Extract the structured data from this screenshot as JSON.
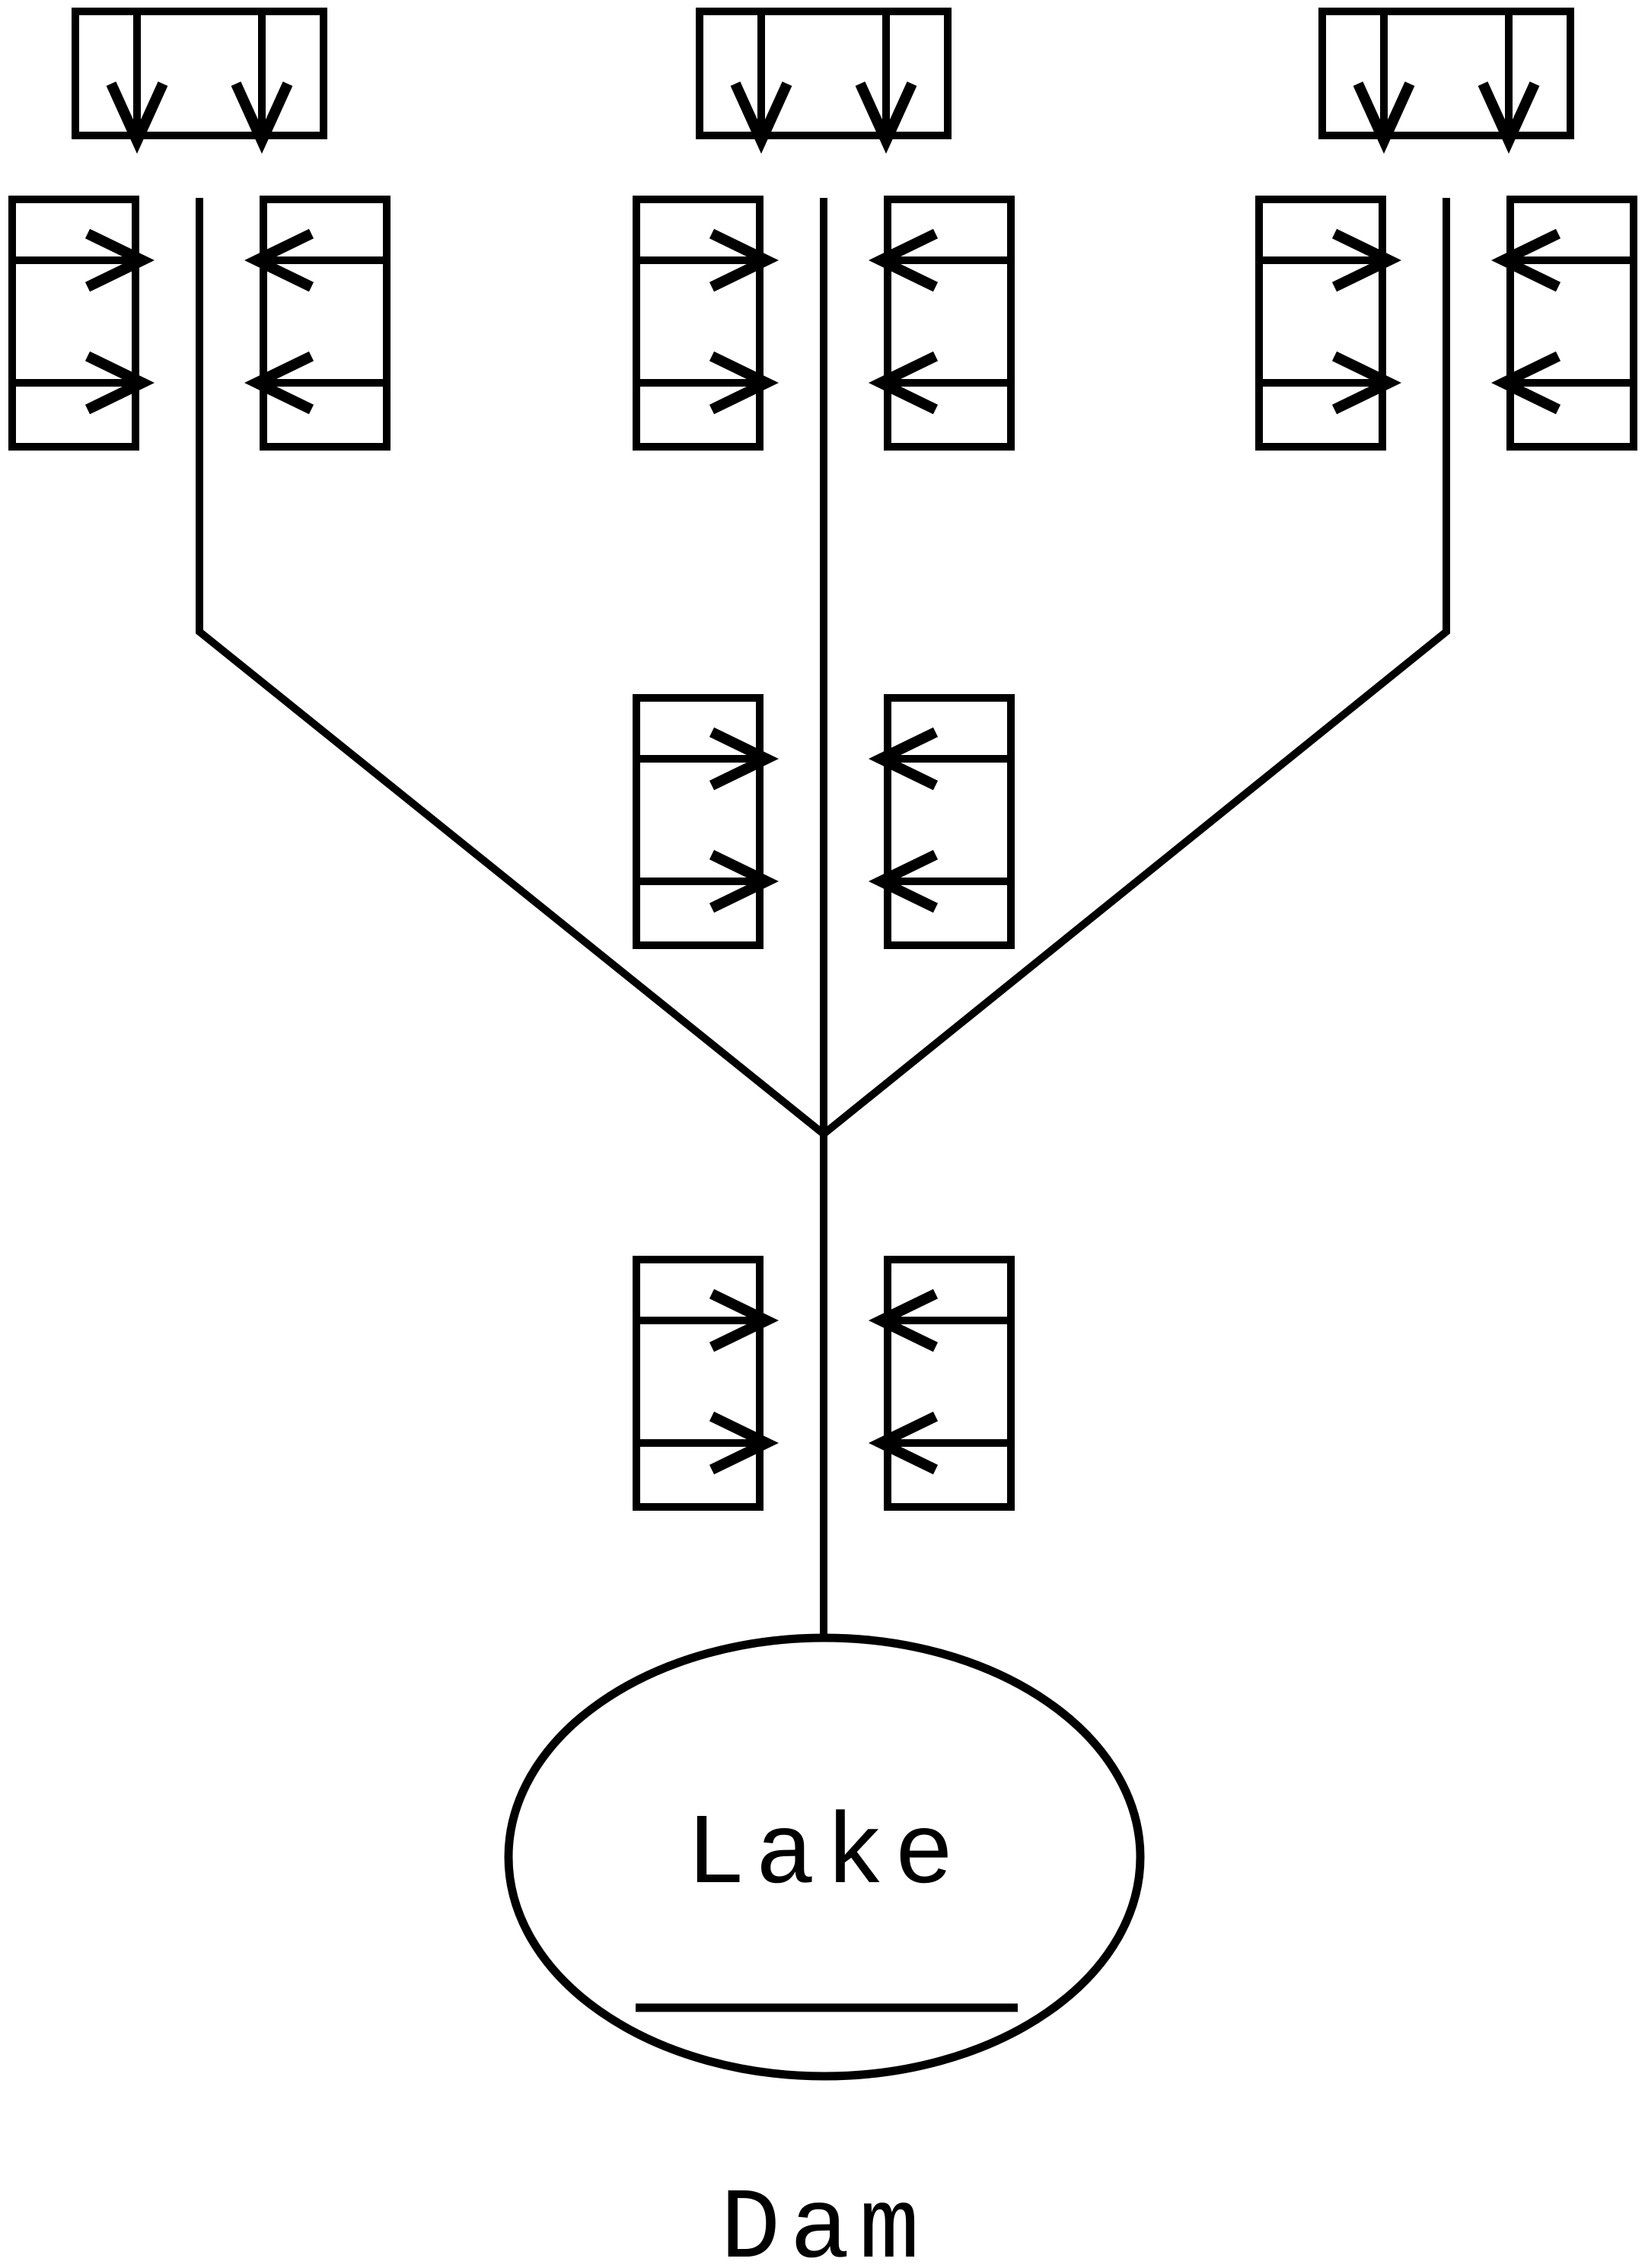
{
  "diagram": {
    "type": "watershed-drainage-flow-diagram",
    "lake_label": "Lake",
    "dam_label": "Dam",
    "line_color": "#000000",
    "background_color": "#ffffff",
    "groups": [
      {
        "name": "left-tributary",
        "rain_input_arrows": 2,
        "runoff_box_pairs": 1
      },
      {
        "name": "main-stream",
        "rain_input_arrows": 2,
        "runoff_box_pairs": 3
      },
      {
        "name": "right-tributary",
        "rain_input_arrows": 2,
        "runoff_box_pairs": 1
      }
    ]
  }
}
